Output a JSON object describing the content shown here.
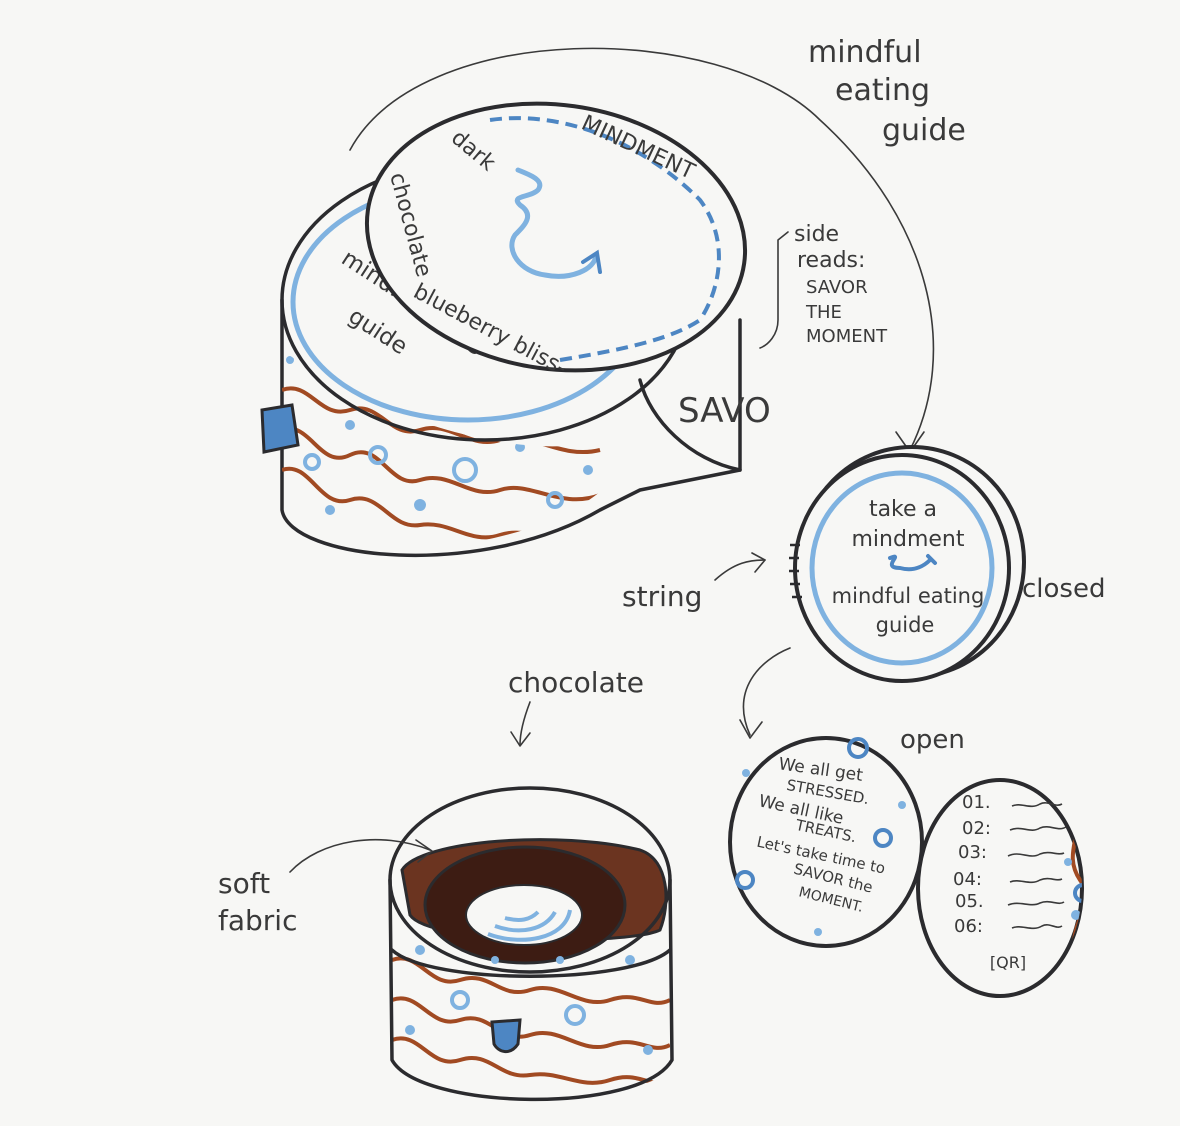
{
  "colors": {
    "paper": "#f7f7f5",
    "ink": "#2b2b2e",
    "blue": "#7fb2e0",
    "blue_dark": "#4d86c3",
    "brown": "#a14a22",
    "chocolate": "#4a2218"
  },
  "annotations": {
    "mindful_guide": [
      "mindful",
      "eating",
      "guide"
    ],
    "side_reads": [
      "side",
      "reads:",
      "SAVOR",
      "THE",
      "MOMENT"
    ],
    "string": "string",
    "closed": "closed",
    "chocolate": "chocolate",
    "open": "open",
    "soft_fabric": [
      "soft",
      "fabric"
    ]
  },
  "lid": {
    "top": "dark",
    "brand": "MINDMENT",
    "left": "chocolate",
    "bottom": "blueberry bliss-",
    "inner_lid": [
      "mindful eating",
      "guide"
    ],
    "side_text": "SAVO"
  },
  "closed_guide": {
    "line1": "take a",
    "line2": "mindment",
    "line3": "mindful eating",
    "line4": "guide"
  },
  "open_guide": {
    "left_lines": [
      "We all get",
      "STRESSED.",
      "We all like",
      "TREATS.",
      "Let's take time to",
      "SAVOR the",
      "MOMENT."
    ],
    "steps": [
      "01.",
      "02:",
      "03:",
      "04:",
      "05.",
      "06:"
    ],
    "qr": "[QR]"
  }
}
